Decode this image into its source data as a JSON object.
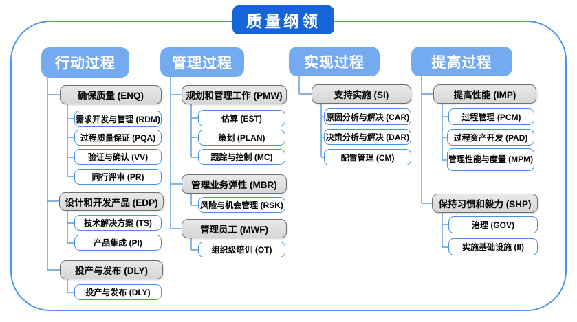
{
  "title": "质量纲领",
  "colors": {
    "title_bg": "#1565d8",
    "header_bg": "#74abf0",
    "gray_node_fill": "#dcdcdc",
    "gray_node_border": "#6f6f6f",
    "white_node_border": "#4a90e2",
    "connector": "#5b9bd5",
    "frame_border": "#4a96ee"
  },
  "columns": [
    {
      "header": "行动过程",
      "groups": [
        {
          "title": "确保质量 (ENQ)",
          "children": [
            "需求开发与管理 (RDM)",
            "过程质量保证 (PQA)",
            "验证与确认 (VV)",
            "同行评审 (PR)"
          ]
        },
        {
          "title": "设计和开发产品 (EDP)",
          "children": [
            "技术解决方案 (TS)",
            "产品集成 (PI)"
          ]
        },
        {
          "title": "投产与发布 (DLY)",
          "children": [
            "投产与发布 (DLY)"
          ]
        }
      ]
    },
    {
      "header": "管理过程",
      "groups": [
        {
          "title": "规划和管理工作 (PMW)",
          "children": [
            "估算 (EST)",
            "策划 (PLAN)",
            "跟踪与控制 (MC)"
          ]
        },
        {
          "title": "管理业务弹性 (MBR)",
          "children": [
            "风险与机会管理 (RSK)"
          ]
        },
        {
          "title": "管理员工 (MWF)",
          "children": [
            "组织级培训 (OT)"
          ]
        }
      ]
    },
    {
      "header": "实现过程",
      "groups": [
        {
          "title": "支持实施 (SI)",
          "children": [
            "原因分析与解决 (CAR)",
            "决策分析与解决 (DAR)",
            "配置管理 (CM)"
          ]
        }
      ]
    },
    {
      "header": "提高过程",
      "groups": [
        {
          "title": "提高性能 (IMP)",
          "children": [
            "过程管理 (PCM)",
            "过程资产开发 (PAD)",
            "管理性能与度量 (MPM)"
          ]
        },
        {
          "title": "保持习惯和毅力 (SHP)",
          "children": [
            "治理 (GOV)",
            "实施基础设施 (II)"
          ]
        }
      ]
    }
  ]
}
